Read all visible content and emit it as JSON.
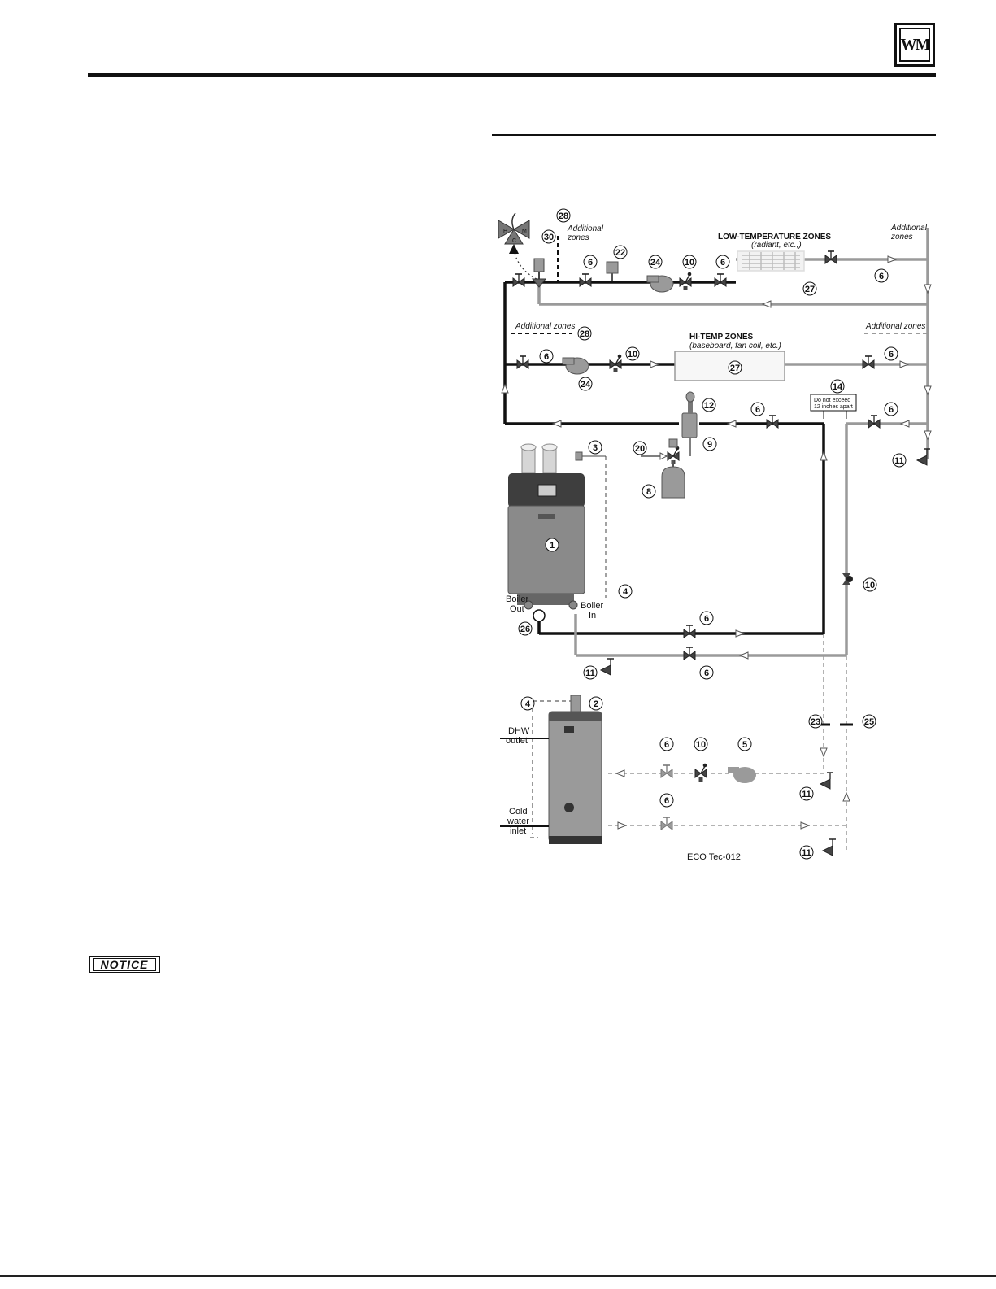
{
  "header": {
    "logo_text": "WM"
  },
  "notice": {
    "label": "NOTICE"
  },
  "diagram": {
    "zones": {
      "low_temp_title": "LOW-TEMPERATURE ZONES",
      "low_temp_sub": "(radiant, etc.,)",
      "hi_temp_title": "HI-TEMP ZONES",
      "hi_temp_sub": "(baseboard, fan coil, etc.)",
      "additional_zones_a": "Additional",
      "additional_zones_b": "zones",
      "additional_zones": "Additional zones"
    },
    "labels": {
      "do_not_exceed_a": "Do not exceed",
      "do_not_exceed_b": "12 inches apart",
      "boiler_out_a": "Boiler",
      "boiler_out_b": "Out",
      "boiler_in_a": "Boiler",
      "boiler_in_b": "In",
      "dhw_a": "DHW",
      "dhw_b": "outlet",
      "cold_a": "Cold",
      "cold_b": "water",
      "cold_c": "inlet",
      "figure_id": "ECO Tec-012",
      "mixer_h": "H",
      "mixer_m": "M",
      "mixer_c": "C"
    },
    "callouts": {
      "c1": "1",
      "c2": "2",
      "c3": "3",
      "c4": "4",
      "c5": "5",
      "c6": "6",
      "c8": "8",
      "c9": "9",
      "c10": "10",
      "c11": "11",
      "c12": "12",
      "c14": "14",
      "c20": "20",
      "c22": "22",
      "c23": "23",
      "c24": "24",
      "c25": "25",
      "c26": "26",
      "c27": "27",
      "c28": "28",
      "c30": "30"
    }
  }
}
